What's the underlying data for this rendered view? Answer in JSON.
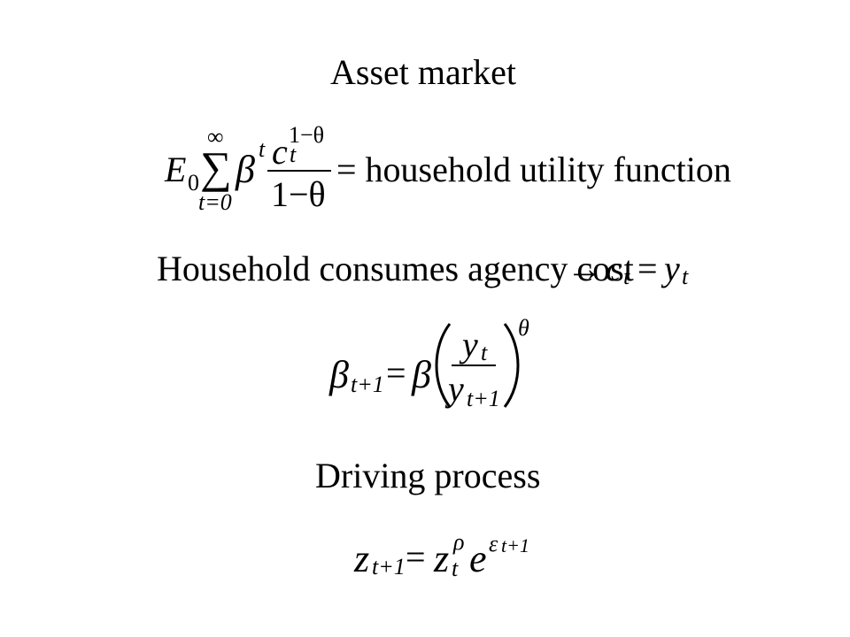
{
  "slide": {
    "title": "Asset market",
    "utility": {
      "expectation": "E",
      "expectation_sub": "0",
      "sum_symbol": "∑",
      "sum_upper": "∞",
      "sum_lower": "t=0",
      "beta": "β",
      "beta_sup": "t",
      "numerator_var": "c",
      "numerator_sub": "t",
      "numerator_sup": "1−θ",
      "denominator": "1−θ",
      "rhs": "= household  utility function"
    },
    "consumption": {
      "text": "Household consumes agency cost",
      "arrow": "→",
      "lhs_var": "c",
      "lhs_sub": "t",
      "equals": "=",
      "rhs_var": "y",
      "rhs_sub": "t"
    },
    "discount": {
      "lhs_var": "β",
      "lhs_sub": "t+1",
      "equals": "=",
      "rhs_beta": "β",
      "num_var": "y",
      "num_sub": "t",
      "den_var": "y",
      "den_sub": "t+1",
      "exponent": "θ"
    },
    "subtitle": "Driving process",
    "process": {
      "lhs_var": "z",
      "lhs_sub": "t+1",
      "equals": "=",
      "rhs_var": "z",
      "rhs_sub": "t",
      "rhs_sup": "ρ",
      "exp_base": "e",
      "exp_var": "ε",
      "exp_sub": "t+1"
    }
  }
}
